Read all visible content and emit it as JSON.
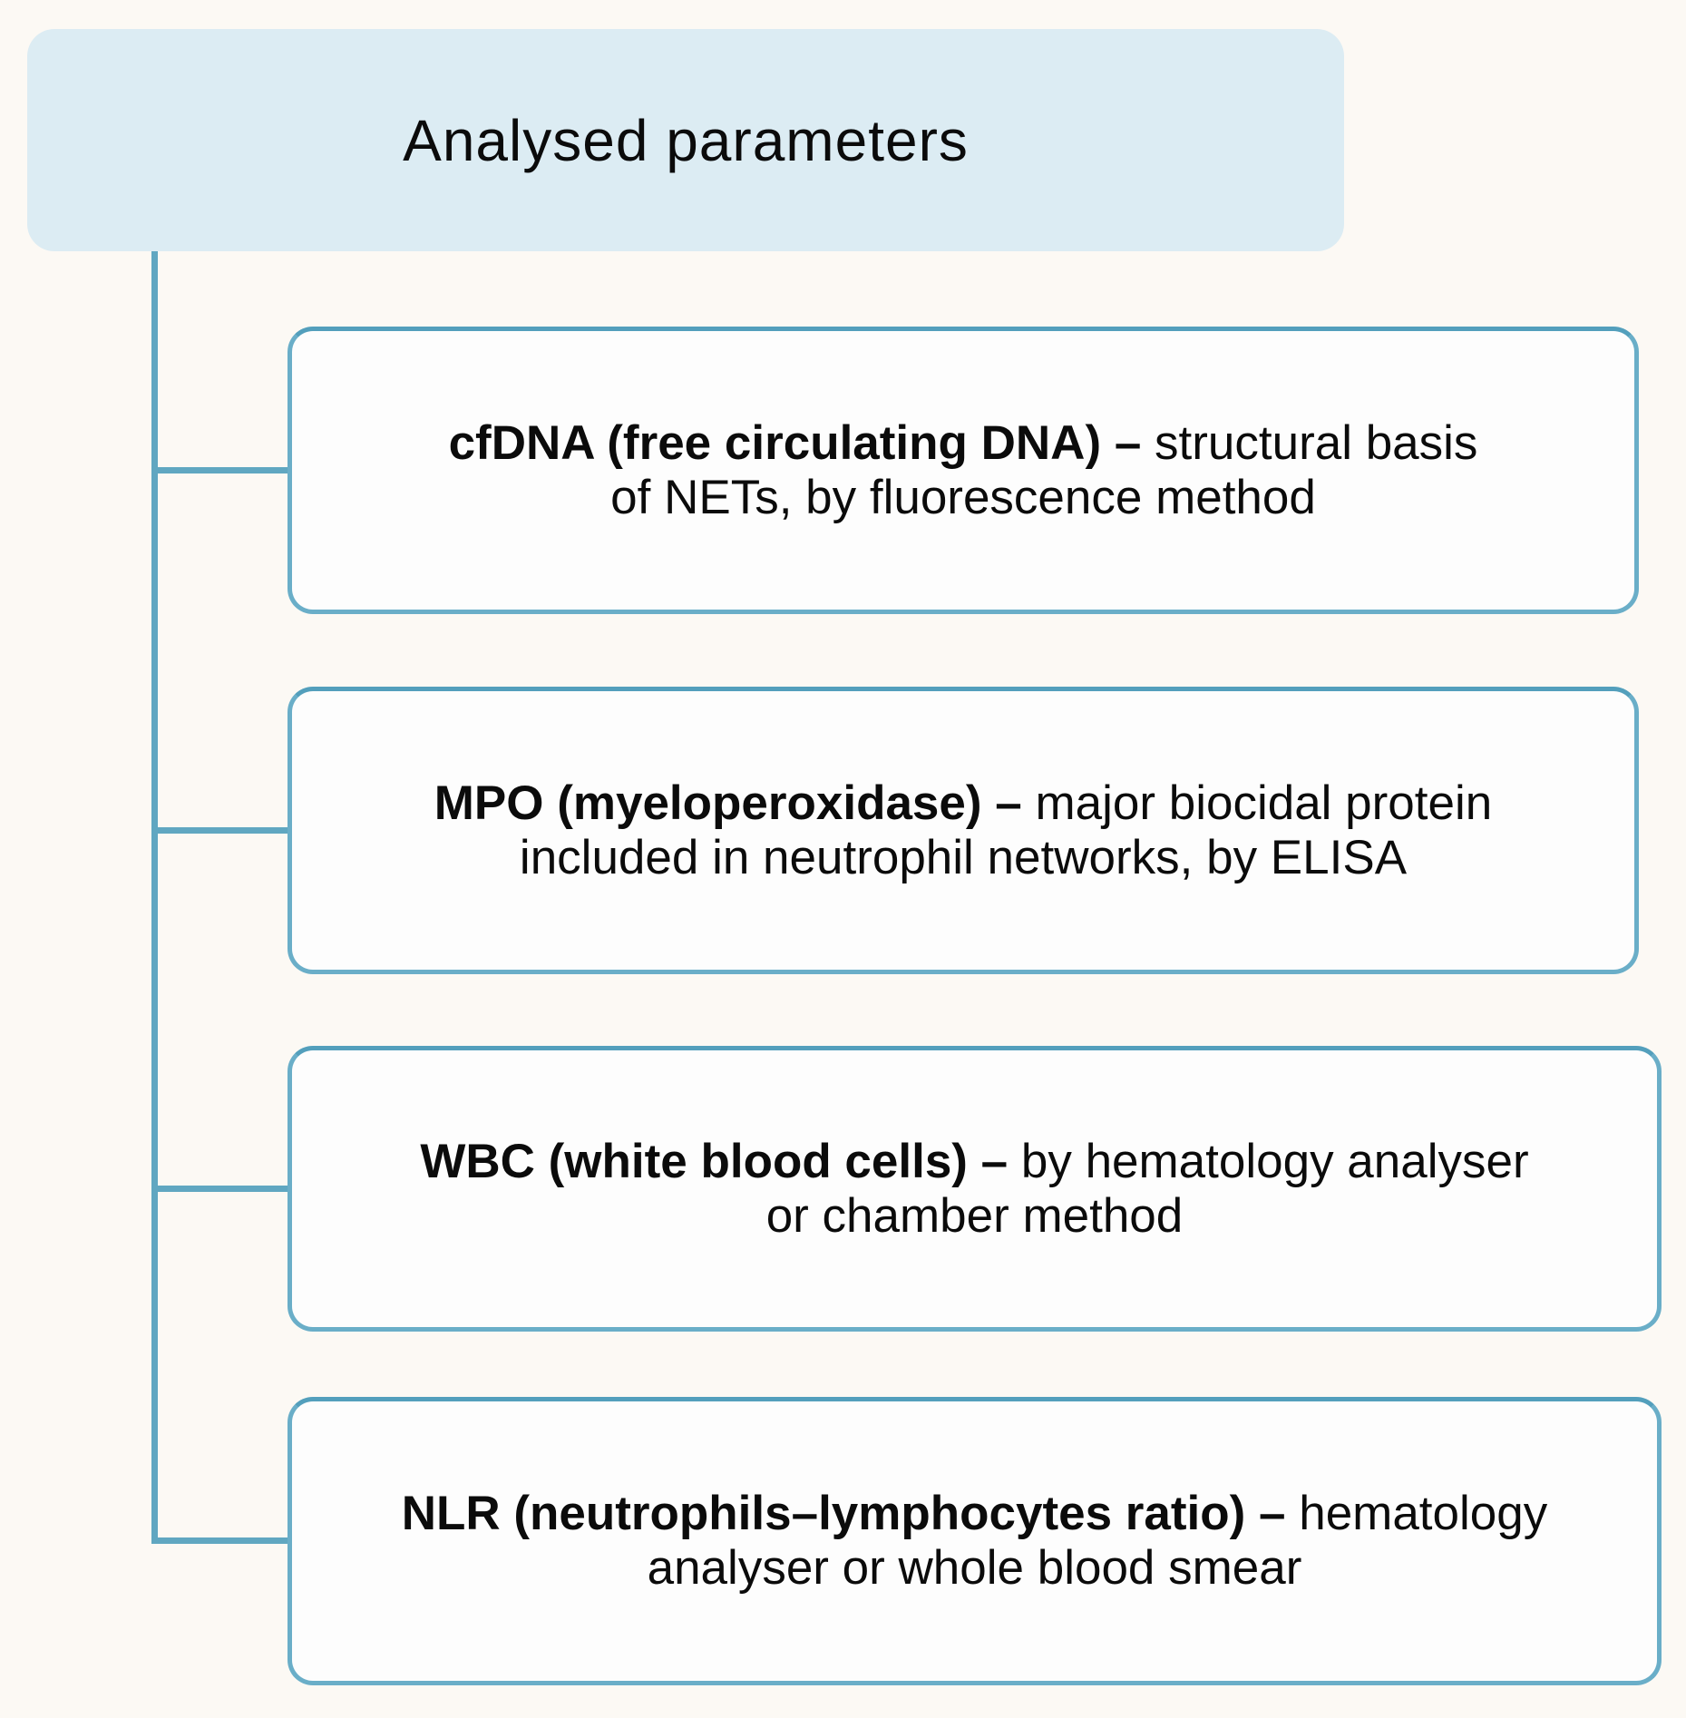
{
  "header": {
    "title": "Analysed parameters"
  },
  "boxes": [
    {
      "id": "cfdna",
      "line1_bold": "cfDNA (free circulating DNA) – ",
      "line1_rest": "structural basis",
      "line2": "of NETs, by fluorescence method"
    },
    {
      "id": "mpo",
      "line1_bold": "MPO (myeloperoxidase) – ",
      "line1_rest": "major biocidal protein",
      "line2": "included in neutrophil networks, by ELISA"
    },
    {
      "id": "wbc",
      "line1_bold": "WBC (white blood cells) – ",
      "line1_rest": "by hematology analyser",
      "line2": "or chamber method"
    },
    {
      "id": "nlr",
      "line1_bold": "NLR (neutrophils–lymphocytes ratio) – ",
      "line1_rest": "hematology",
      "line2": "analyser or whole blood smear"
    }
  ],
  "colors": {
    "page_background": "#fcf9f4",
    "header_fill": "#dcecf3",
    "box_fill": "#fdfdfd",
    "box_border": "#6aaec8",
    "box_border_top": "#539fbc",
    "connector": "#60a7c1",
    "text": "#0b0b0b"
  }
}
